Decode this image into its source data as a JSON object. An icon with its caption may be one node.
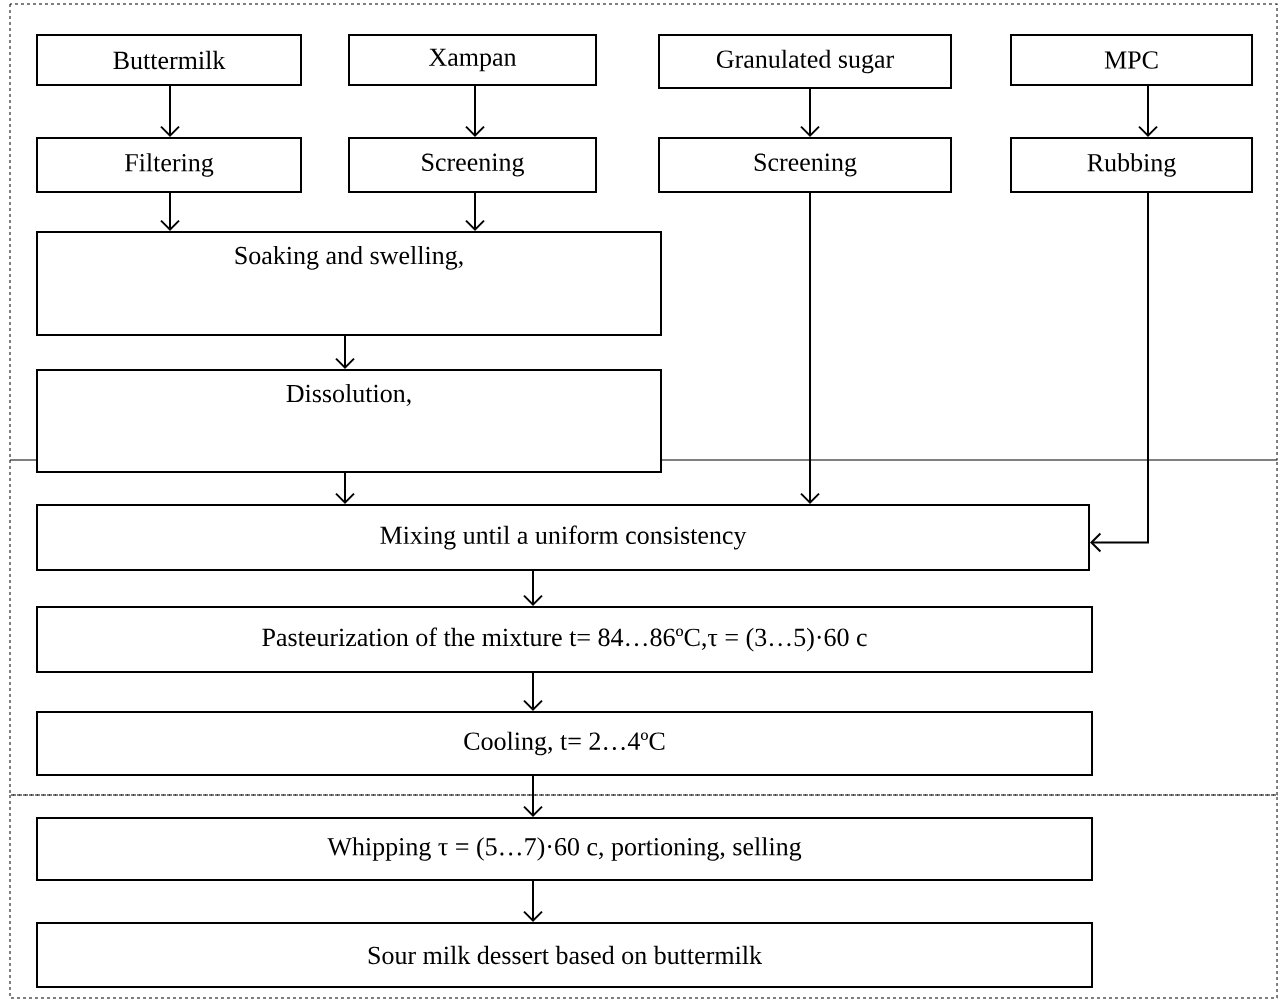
{
  "diagram": {
    "nodes": [
      {
        "text": [
          "Buttermilk"
        ]
      },
      {
        "text": [
          "Xampan"
        ]
      },
      {
        "text": [
          "Granulated sugar"
        ]
      },
      {
        "text": [
          "MPC"
        ]
      },
      {
        "text": [
          "Filtering"
        ]
      },
      {
        "text": [
          "Screening"
        ]
      },
      {
        "text": [
          "Screening"
        ]
      },
      {
        "text": [
          "Rubbing"
        ]
      },
      {
        "text": [
          "Soaking and swelling,"
        ]
      },
      {
        "text": [
          "Dissolution,"
        ]
      },
      {
        "text": [
          "Mixing until a uniform consistency"
        ]
      },
      {
        "text": [
          "Pasteurization of the mixture  t= 84…86ºC,τ = (3…5)·60 c"
        ]
      },
      {
        "text": [
          "Cooling, t= 2…4ºC"
        ]
      },
      {
        "text": [
          "Whipping τ = (5…7)·60 c, portioning, selling"
        ]
      },
      {
        "text": [
          "Sour milk dessert based on buttermilk"
        ]
      }
    ],
    "edges": [
      {
        "from": 0,
        "to": 4,
        "arrow": "to"
      },
      {
        "from": 1,
        "to": 5,
        "arrow": "to"
      },
      {
        "from": 2,
        "to": 6,
        "arrow": "to"
      },
      {
        "from": 3,
        "to": 7,
        "arrow": "to"
      },
      {
        "from": 4,
        "to": 8,
        "arrow": "to"
      },
      {
        "from": 5,
        "to": 8,
        "arrow": "to"
      },
      {
        "from": 8,
        "to": 9,
        "arrow": "to"
      },
      {
        "from": 9,
        "to": 10,
        "arrow": "to"
      },
      {
        "from": 6,
        "to": 10,
        "arrow": "to"
      },
      {
        "from": 7,
        "to": 10,
        "arrow": "to"
      },
      {
        "from": 10,
        "to": 11,
        "arrow": "to"
      },
      {
        "from": 11,
        "to": 12,
        "arrow": "to"
      },
      {
        "from": 12,
        "to": 13,
        "arrow": "to"
      },
      {
        "from": 13,
        "to": 14,
        "arrow": "to"
      }
    ]
  }
}
